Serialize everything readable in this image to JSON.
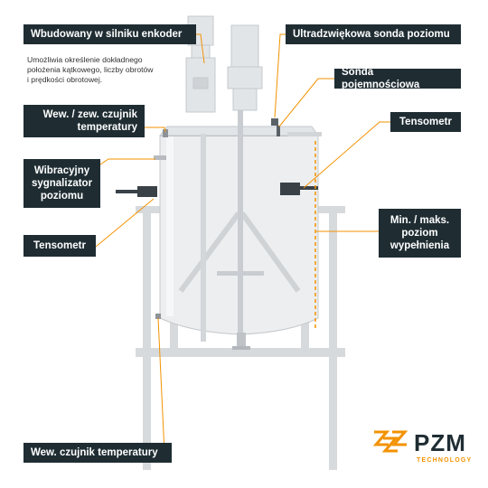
{
  "labels": {
    "encoder": "Wbudowany w silniku enkoder",
    "encoder_note_1": "Umożliwia określenie dokładnego",
    "encoder_note_2": "położenia kątkowego, liczby obrotów",
    "encoder_note_3": "i prędkości obrotowej.",
    "ultrasonic": "Ultradzwiękowa sonda poziomu",
    "capacitive": "Sonda pojemnościowa",
    "temp_in_out_1": "Wew. / zew. czujnik",
    "temp_in_out_2": "temperatury",
    "load_cell_right": "Tensometr",
    "vibration_1": "Wibracyjny",
    "vibration_2": "sygnalizator",
    "vibration_3": "poziomu",
    "level_minmax_1": "Min. / maks.",
    "level_minmax_2": "poziom",
    "level_minmax_3": "wypełnienia",
    "load_cell_left": "Tensometr",
    "temp_in": "Wew. czujnik temperatury"
  },
  "brand": {
    "name": "PZM",
    "tagline": "TECHNOLOGY",
    "accent_color": "#f39200",
    "name_color": "#1f2d33"
  },
  "colors": {
    "label_bg": "#1f2d33",
    "leader_line": "#f39200",
    "tank_fill": "#e9ecef",
    "frame": "#d3d6d9"
  }
}
